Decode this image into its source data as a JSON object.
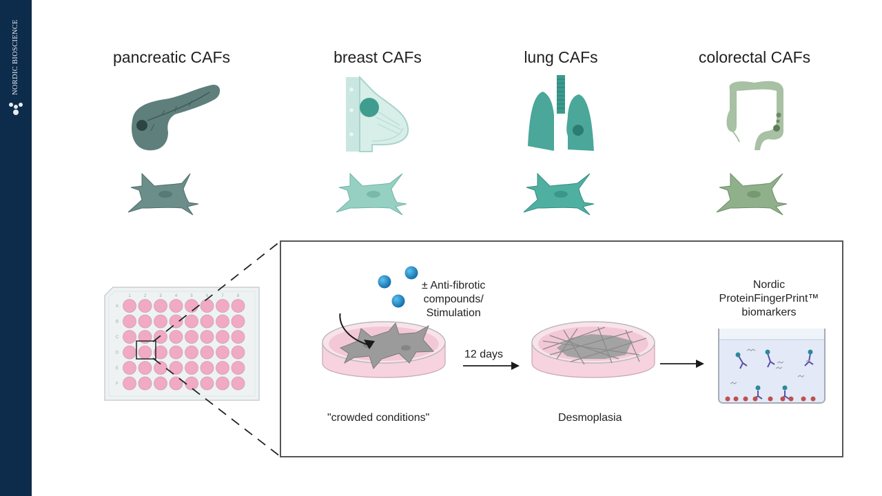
{
  "sidebar": {
    "brand_name": "NORDIC BIOSCIENCE",
    "logo_icon": "nordic-bioscience-logo-icon"
  },
  "categories": [
    {
      "label": "pancreatic CAFs",
      "organ": "pancreas",
      "color": "#5f7f7c"
    },
    {
      "label": "breast CAFs",
      "organ": "breast",
      "color": "#8fc9bd"
    },
    {
      "label": "lung CAFs",
      "organ": "lung",
      "color": "#4aa79a"
    },
    {
      "label": "colorectal CAFs",
      "organ": "colon",
      "color": "#8fae8a"
    }
  ],
  "plate": {
    "columns": [
      "1",
      "2",
      "3",
      "4",
      "5",
      "6",
      "7",
      "8"
    ],
    "rows": [
      "A",
      "B",
      "C",
      "D",
      "E",
      "F"
    ],
    "highlighted_well": "D2",
    "well_color": "#f2a9c3"
  },
  "workflow": {
    "treatment_label": "± Anti-fibrotic compounds/ Stimulation",
    "treatment_lines": [
      "± Anti-fibrotic",
      "compounds/",
      "Stimulation"
    ],
    "dish1_caption": "\"crowded conditions\"",
    "duration_label": "12 days",
    "dish2_caption": "Desmoplasia",
    "result_lines": [
      "Nordic",
      "ProteinFingerPrint™",
      "biomarkers"
    ],
    "compound_color": "#1e88c7",
    "dish_color": "#f6d3df"
  }
}
